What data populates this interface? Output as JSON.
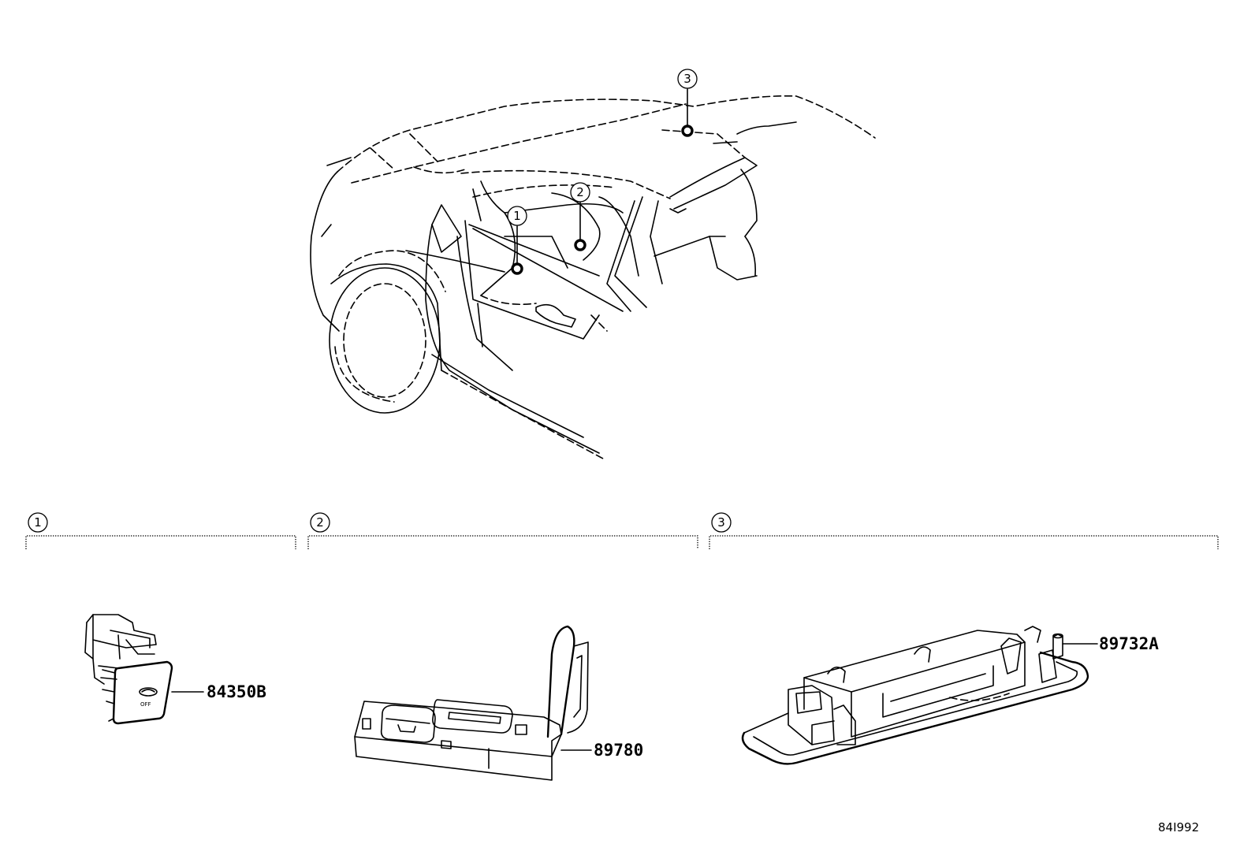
{
  "callouts": [
    {
      "num": "1"
    },
    {
      "num": "2"
    },
    {
      "num": "3"
    }
  ],
  "sections": [
    {
      "num": "1",
      "part_number": "84350B"
    },
    {
      "num": "2",
      "part_number": "89780"
    },
    {
      "num": "3",
      "part_number": "89732A"
    }
  ],
  "switch_label": "OFF",
  "reference_code": "84I992"
}
